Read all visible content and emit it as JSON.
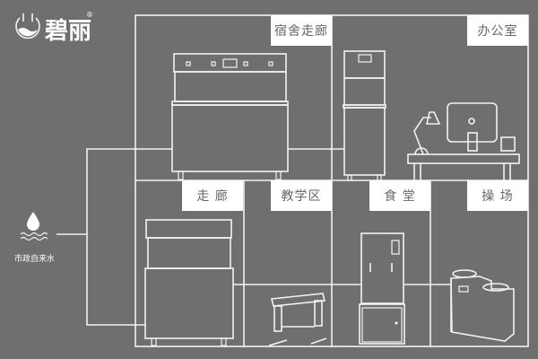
{
  "brand": {
    "name": "碧丽",
    "registered": "®"
  },
  "source": {
    "label": "市政自来水"
  },
  "rooms": {
    "dorm_corridor": "宿舍走廊",
    "office": "办公室",
    "corridor": "走 廊",
    "teaching_area": "教学区",
    "canteen": "食 堂",
    "playground": "操 场"
  },
  "colors": {
    "background": "#6f6f70",
    "line": "#f2f2f2",
    "label_bg": "#ffffff",
    "label_text": "#666666"
  }
}
